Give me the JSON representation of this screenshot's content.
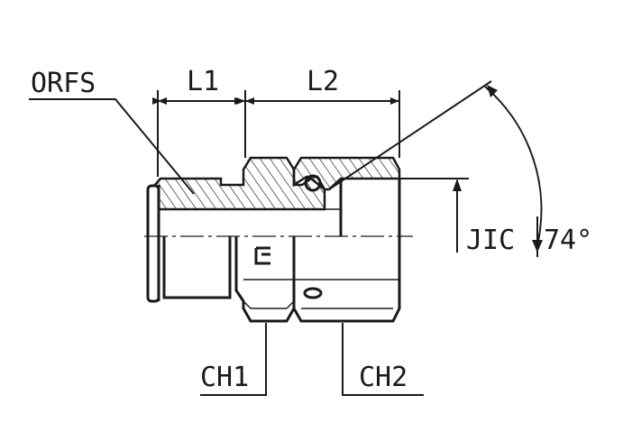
{
  "labels": {
    "orfs": "ORFS",
    "l1": "L1",
    "l2": "L2",
    "jic": "JIC",
    "angle": "74°",
    "ch1": "CH1",
    "ch2": "CH2"
  }
}
